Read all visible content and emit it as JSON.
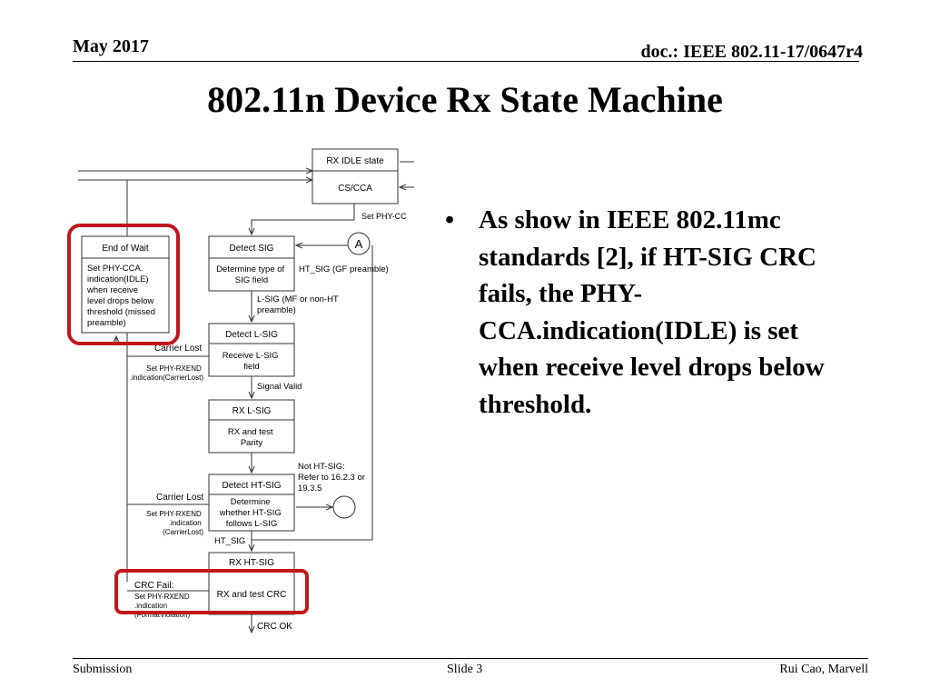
{
  "header": {
    "date": "May 2017",
    "doc": "doc.: IEEE 802.11-17/0647r4"
  },
  "title": "802.11n Device Rx State Machine",
  "bullet": {
    "symbol": "•",
    "text": "As show in IEEE 802.11mc standards [2], if HT-SIG CRC fails, the PHY-CCA.indication(IDLE) is set when receive level drops below threshold."
  },
  "footer": {
    "left": "Submission",
    "center": "Slide 3",
    "right": "Rui Cao, Marvell"
  },
  "diagram": {
    "highlight_color": "#c0161c",
    "states": {
      "rx_idle": {
        "name": "RX IDLE state",
        "action": "CS/CCA"
      },
      "end_of_wait": {
        "name": "End of Wait",
        "action": [
          "Set PHY-CCA.",
          "indication(IDLE)",
          "when receive",
          "level drops below",
          "threshold (missed",
          "preamble)"
        ]
      },
      "detect_sig": {
        "name": "Detect SIG",
        "action": [
          "Determine type of",
          "SIG field"
        ]
      },
      "detect_lsig": {
        "name": "Detect L-SIG",
        "action": [
          "Receive L-SIG",
          "field"
        ]
      },
      "rx_lsig": {
        "name": "RX L-SIG",
        "action": [
          "RX and test",
          "Parity"
        ]
      },
      "detect_htsig": {
        "name": "Detect HT-SIG",
        "action": [
          "Determine",
          "whether HT-SIG",
          "follows L-SIG"
        ]
      },
      "rx_htsig": {
        "name": "RX HT-SIG",
        "action": "RX and test CRC"
      }
    },
    "labels": {
      "set_phy_cca": "Set PHY-CC",
      "connector_a": "A",
      "ht_sig_gf": "HT_SIG  (GF preamble)",
      "lsig_mf": [
        "L-SIG  (MF or non-HT",
        "preamble)"
      ],
      "signal_valid": "Signal Valid",
      "not_htsig": [
        "Not HT-SIG:",
        "Refer to 16.2.3  or",
        "19.3.5"
      ],
      "ht_sig": "HT_SIG",
      "carrier_lost_1": "Carrier Lost",
      "rxend_1": [
        "Set PHY-RXEND",
        ".indication(CarrierLost)"
      ],
      "carrier_lost_2": "Carrier Lost",
      "rxend_2": [
        "Set PHY-RXEND",
        ".indication",
        "(CarrierLost)"
      ],
      "crc_fail": [
        "CRC Fail:",
        "Set PHY-RXEND",
        ".indication",
        "(FormatViolation)"
      ],
      "crc_ok": "CRC OK"
    }
  }
}
